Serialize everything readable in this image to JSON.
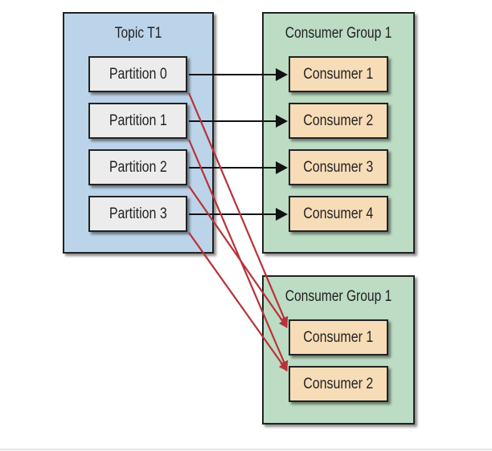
{
  "topic": {
    "title": "Topic T1",
    "partitions": [
      "Partition 0",
      "Partition 1",
      "Partition 2",
      "Partition 3"
    ]
  },
  "group_a": {
    "title": "Consumer Group 1",
    "consumers": [
      "Consumer 1",
      "Consumer 2",
      "Consumer 3",
      "Consumer 4"
    ]
  },
  "group_b": {
    "title": "Consumer Group 1",
    "consumers": [
      "Consumer 1",
      "Consumer 2"
    ]
  },
  "colors": {
    "topic_bg": "#bcd4e9",
    "group_bg": "#bcdcc4",
    "partition_bg": "#ececec",
    "consumer_bg": "#f7dcb8",
    "red_arrow": "#b8323a",
    "black_arrow": "#111111"
  }
}
